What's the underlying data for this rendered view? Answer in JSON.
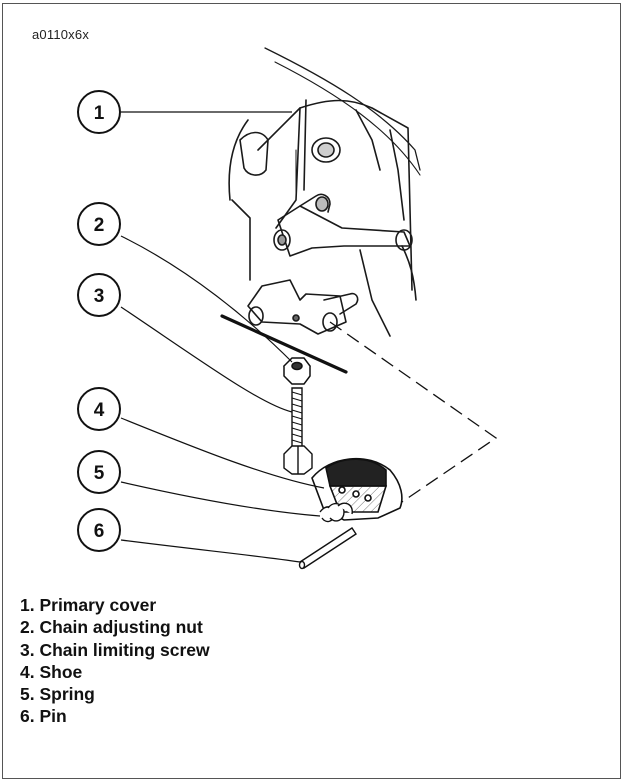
{
  "figure_code": "a0110x6x",
  "callouts": [
    "1",
    "2",
    "3",
    "4",
    "5",
    "6"
  ],
  "legend": [
    "1. Primary cover",
    "2. Chain adjusting nut",
    "3. Chain limiting screw",
    "4. Shoe",
    "5. Spring",
    "6. Pin"
  ]
}
